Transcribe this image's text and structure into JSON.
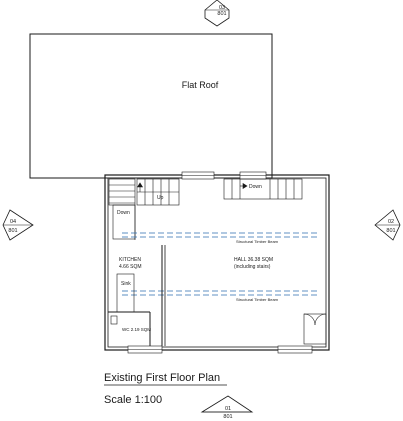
{
  "drawing": {
    "title": "Existing First Floor Plan",
    "scale": "Scale 1:100"
  },
  "section_markers": {
    "top": {
      "number": "03",
      "sheet": "801"
    },
    "right": {
      "number": "02",
      "sheet": "801"
    },
    "bottom": {
      "number": "01",
      "sheet": "801"
    },
    "left": {
      "number": "04",
      "sheet": "801"
    }
  },
  "rooms": {
    "roof": "Flat Roof",
    "hall": "HALL 36.38 SQM",
    "hall_note": "(including stairs)",
    "kitchen": "KITCHEN",
    "kitchen_area": "4.66 SQM",
    "sink": "Sink",
    "wc": "WC 2.19 SQM"
  },
  "stairs": {
    "up": "Up",
    "down_left": "Down",
    "down_right": "Down"
  },
  "beams": {
    "upper": "Structural Timber Beam",
    "lower": "Structural Timber Beam"
  },
  "colors": {
    "line": "#1a1a1a",
    "beam": "#2f6fb0"
  }
}
